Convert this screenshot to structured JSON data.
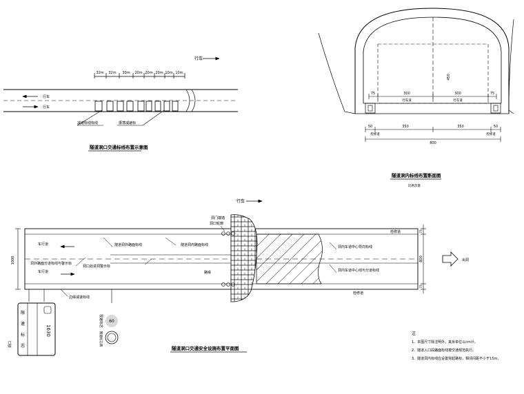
{
  "top_plan": {
    "dims": [
      "32m",
      "32m",
      "30m",
      "20m",
      "20m",
      "20m",
      "10m",
      "10m"
    ],
    "direction_label": "行车",
    "lane_label": "行车",
    "leader_left": "减速标线标线",
    "leader_right": "振荡减速标",
    "caption": "隧道洞口交通标线布置示意图"
  },
  "section": {
    "dims": {
      "curb_l": "75",
      "lane_l": "300",
      "lane_r": "300",
      "curb_r": "75",
      "height": "450",
      "bottom_l": "50",
      "bottom_ml": "350",
      "bottom_mr": "350",
      "bottom_r": "50",
      "total": "800"
    },
    "lane_label_l": "行车道",
    "lane_label_r": "行车道",
    "bottom_caption_l": "检修道",
    "bottom_caption_r": "检修道",
    "caption": "隧道洞内标线布置断面图",
    "sub_caption": "比例示意"
  },
  "main_plan": {
    "direction_label": "行车",
    "portal_label_1": "洞门端墙",
    "portal_label_2": "洞口轮廓",
    "lane_label_1": "车行道",
    "lane_label_2": "车行道",
    "leader_1": "隧道洞外路面标线",
    "leader_2": "隧道洞内路面标线",
    "leader_3": "洞外路面分道标线与警示标",
    "leader_4": "洞口处进洞警示标",
    "leader_5": "洞内车道中心导向标线",
    "leader_6": "洞内车道中心线与分道标线",
    "curb_label": "路缘",
    "bottom_label": "检修道",
    "bottom_leader": "边缘减速标线",
    "top_right_label": "检修道",
    "exit_label": "出洞",
    "dim_left": "1000",
    "dim_right": "800",
    "dim_right_top": "75",
    "dim_right_bottom": "75",
    "sign_number": "1630",
    "sign_lines": [
      "限",
      "速",
      "标",
      "志"
    ],
    "sign_label": "限速标志",
    "circle_label": "限速标志牌",
    "circle_value": "60",
    "left_vertical_label": "洞口",
    "caption": "隧道洞口交通安全设施布置平面图"
  },
  "notes": {
    "title": "注",
    "items": [
      "1、本图尺寸除注明外，其余单位以cm计。",
      "2、隧道入口段路面标线按交通规范执行。",
      "3、隧道洞内标线应设置突起路标，相邻间距不小于15m。"
    ]
  }
}
